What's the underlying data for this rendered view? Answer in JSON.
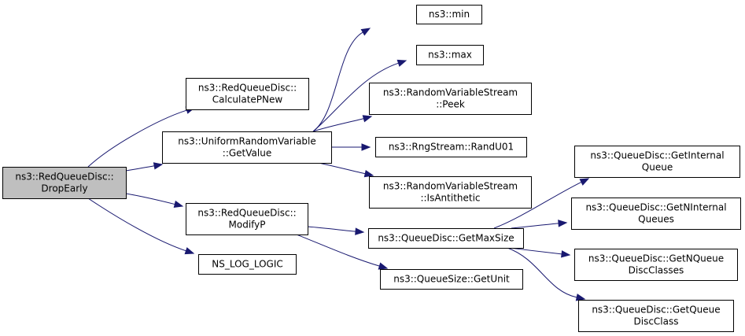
{
  "diagram": {
    "type": "call-graph",
    "nodes": [
      {
        "id": "drop_early",
        "lines": [
          "ns3::RedQueueDisc::",
          "DropEarly"
        ],
        "root": true
      },
      {
        "id": "calculate_pnew",
        "lines": [
          "ns3::RedQueueDisc::",
          "CalculatePNew"
        ]
      },
      {
        "id": "uniform_getvalue",
        "lines": [
          "ns3::UniformRandomVariable",
          "::GetValue"
        ]
      },
      {
        "id": "modify_p",
        "lines": [
          "ns3::RedQueueDisc::",
          "ModifyP"
        ]
      },
      {
        "id": "ns_log_logic",
        "lines": [
          "NS_LOG_LOGIC"
        ]
      },
      {
        "id": "min",
        "lines": [
          "ns3::min"
        ]
      },
      {
        "id": "max",
        "lines": [
          "ns3::max"
        ]
      },
      {
        "id": "peek",
        "lines": [
          "ns3::RandomVariableStream",
          "::Peek"
        ]
      },
      {
        "id": "randu01",
        "lines": [
          "ns3::RngStream::RandU01"
        ]
      },
      {
        "id": "is_antithetic",
        "lines": [
          "ns3::RandomVariableStream",
          "::IsAntithetic"
        ]
      },
      {
        "id": "get_max_size",
        "lines": [
          "ns3::QueueDisc::GetMaxSize"
        ]
      },
      {
        "id": "get_unit",
        "lines": [
          "ns3::QueueSize::GetUnit"
        ]
      },
      {
        "id": "get_internal_queue",
        "lines": [
          "ns3::QueueDisc::GetInternal",
          "Queue"
        ]
      },
      {
        "id": "get_n_internal_queues",
        "lines": [
          "ns3::QueueDisc::GetNInternal",
          "Queues"
        ]
      },
      {
        "id": "get_n_queue_disc_classes",
        "lines": [
          "ns3::QueueDisc::GetNQueue",
          "DiscClasses"
        ]
      },
      {
        "id": "get_queue_disc_class",
        "lines": [
          "ns3::QueueDisc::GetQueue",
          "DiscClass"
        ]
      }
    ],
    "edges": [
      {
        "from": "drop_early",
        "to": "calculate_pnew"
      },
      {
        "from": "drop_early",
        "to": "uniform_getvalue"
      },
      {
        "from": "drop_early",
        "to": "modify_p"
      },
      {
        "from": "drop_early",
        "to": "ns_log_logic"
      },
      {
        "from": "uniform_getvalue",
        "to": "min"
      },
      {
        "from": "uniform_getvalue",
        "to": "max"
      },
      {
        "from": "uniform_getvalue",
        "to": "peek"
      },
      {
        "from": "uniform_getvalue",
        "to": "randu01"
      },
      {
        "from": "uniform_getvalue",
        "to": "is_antithetic"
      },
      {
        "from": "modify_p",
        "to": "get_max_size"
      },
      {
        "from": "modify_p",
        "to": "get_unit"
      },
      {
        "from": "get_max_size",
        "to": "get_internal_queue"
      },
      {
        "from": "get_max_size",
        "to": "get_n_internal_queues"
      },
      {
        "from": "get_max_size",
        "to": "get_n_queue_disc_classes"
      },
      {
        "from": "get_max_size",
        "to": "get_queue_disc_class"
      }
    ],
    "colors": {
      "edge": "#191970",
      "root_fill": "#bfbfbf",
      "node_fill": "#ffffff",
      "node_border": "#000000"
    }
  }
}
